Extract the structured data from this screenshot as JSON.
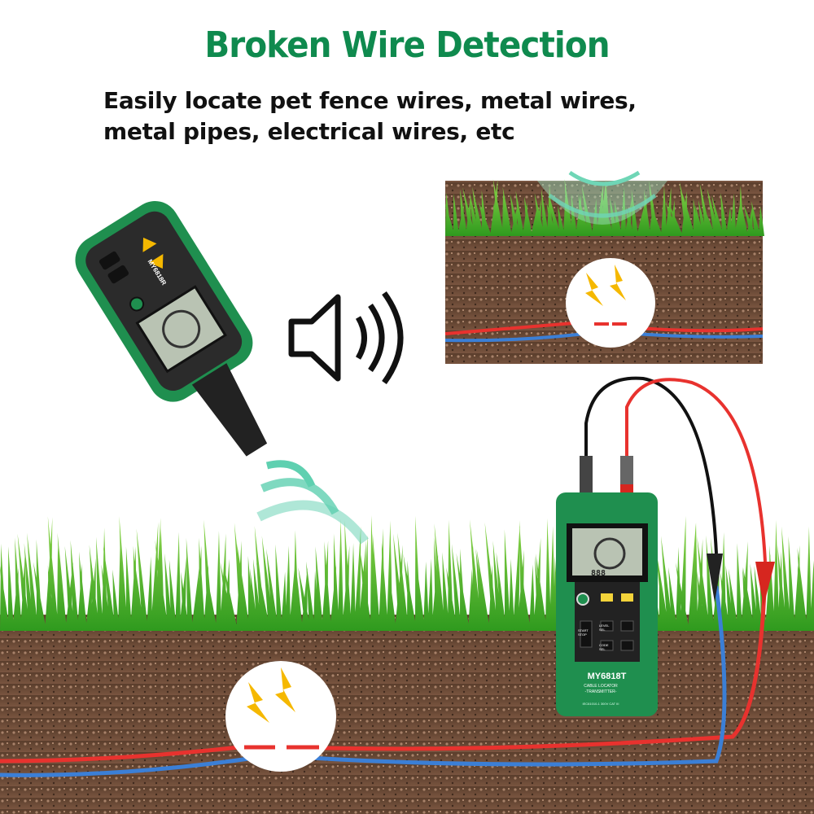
{
  "header": {
    "title": "Broken Wire Detection",
    "subtitle_lines": [
      "Easily locate pet fence wires, metal wires,",
      "metal pipes, electrical wires, etc"
    ]
  },
  "receiver": {
    "model": "MY6818R"
  },
  "transmitter": {
    "model": "MY6818T",
    "label_line1": "CABLE LOCATOR",
    "label_line2": "-TRANSMITTER-",
    "rating": "IEC61010-1 300V CAT III",
    "display_digits": "888",
    "buttons": [
      "START STOP",
      "LEVEL SEL",
      "CODE SEL"
    ]
  },
  "icons": [
    "speaker-sound-icon",
    "signal-wave-icon",
    "broken-wire-spark-icon",
    "power-icon",
    "fc-mark"
  ],
  "colors": {
    "title": "#0f8a4e",
    "device_green": "#1f8f4f",
    "wire_red": "#e8322e",
    "wire_blue": "#3b7fd6",
    "spark": "#f5b800",
    "soil": "#6b4a35",
    "grass": "#3fae2a"
  }
}
